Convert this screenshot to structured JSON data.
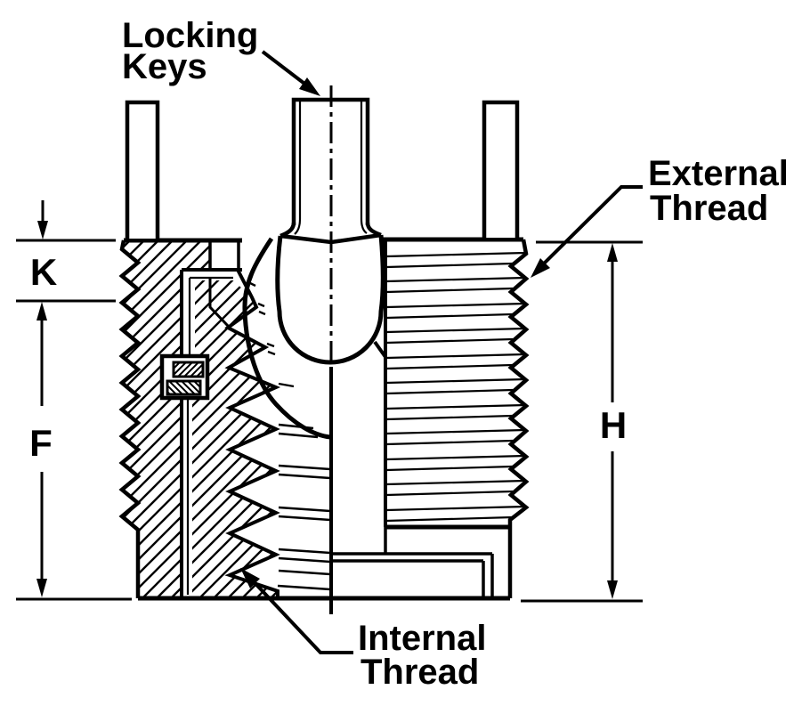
{
  "diagram": {
    "type": "technical-cross-section",
    "subject": "Key-locking threaded insert",
    "callouts": {
      "locking_keys": {
        "line1": "Locking",
        "line2": "Keys"
      },
      "external_thread": {
        "line1": "External",
        "line2": "Thread"
      },
      "internal_thread": {
        "line1": "Internal",
        "line2": "Thread"
      }
    },
    "dimension_labels": {
      "k": "K",
      "f": "F",
      "h": "H"
    },
    "colors": {
      "line": "#000000",
      "background": "#ffffff"
    }
  }
}
